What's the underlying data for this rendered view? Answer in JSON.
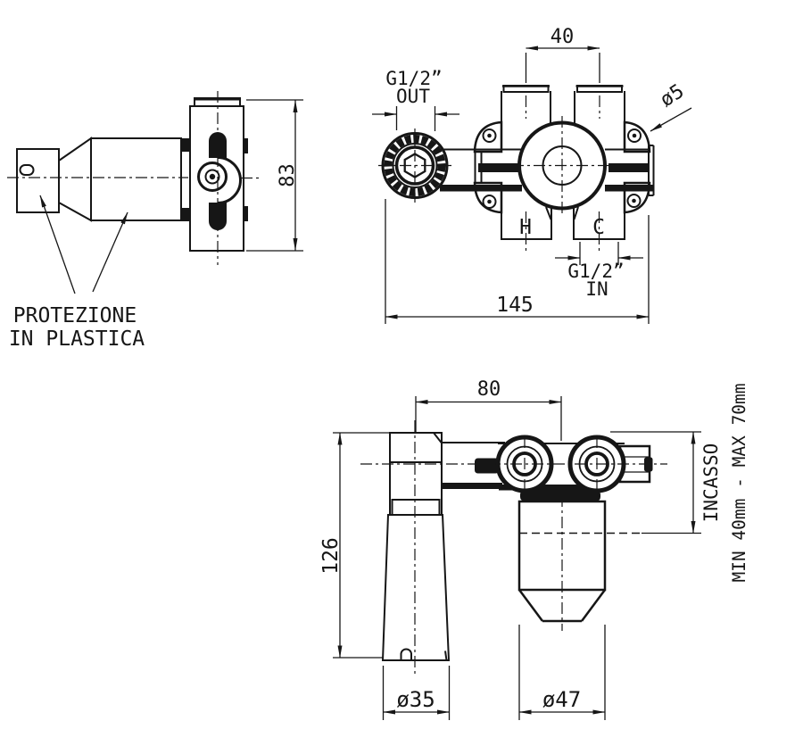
{
  "side_view": {
    "note_line1": "PROTEZIONE",
    "note_line2": "IN PLASTICA",
    "dim_height": "83"
  },
  "front_view": {
    "dim_port_spacing": "40",
    "outlet_thread": "G1/2”",
    "outlet_label": "OUT",
    "screw_hole_dia": "ø5",
    "hot_label": "H",
    "cold_label": "C",
    "inlet_thread": "G1/2”",
    "inlet_label": "IN",
    "dim_overall_width": "145"
  },
  "top_view": {
    "dim_spout_offset": "80",
    "dim_overall_length": "126",
    "spout_dia": "ø35",
    "body_dia": "ø47",
    "recess_label": "INCASSO",
    "recess_range": "MIN 40mm - MAX 70mm"
  }
}
